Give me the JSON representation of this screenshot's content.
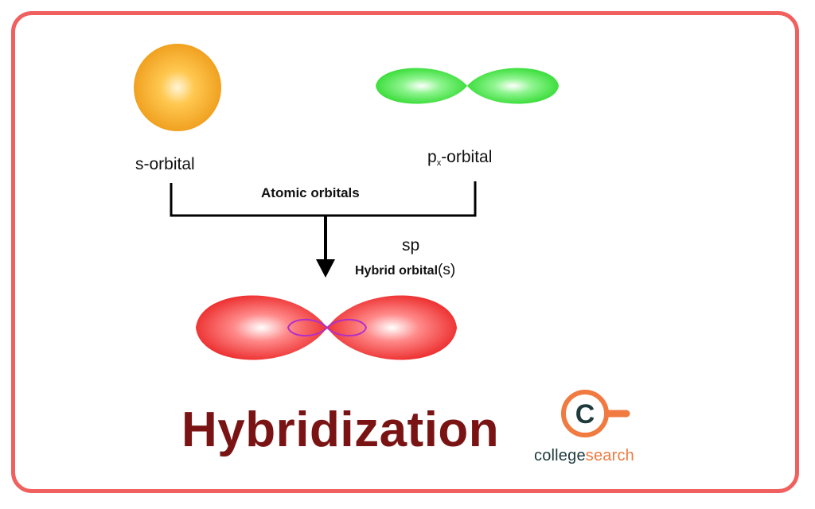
{
  "labels": {
    "s_orbital": "s-orbital",
    "px_orbital_p": "p",
    "px_orbital_sub": "x",
    "px_orbital_rest": "-orbital",
    "atomic_orbitals": "Atomic orbitals",
    "sp": "sp",
    "hybrid_orbital": "Hybrid orbital",
    "hybrid_suffix": "(s)"
  },
  "title": "Hybridization",
  "logo": {
    "letter": "C",
    "name_part1": "college",
    "name_part2": "search"
  },
  "colors": {
    "frame": "#f0605e",
    "s_orbital": "#f0a020",
    "p_orbital": "#33dd33",
    "sp_orbital": "#ee2222",
    "title": "#7a1414",
    "logo_orange": "#f07a40",
    "logo_dark": "#1e3a3c"
  }
}
